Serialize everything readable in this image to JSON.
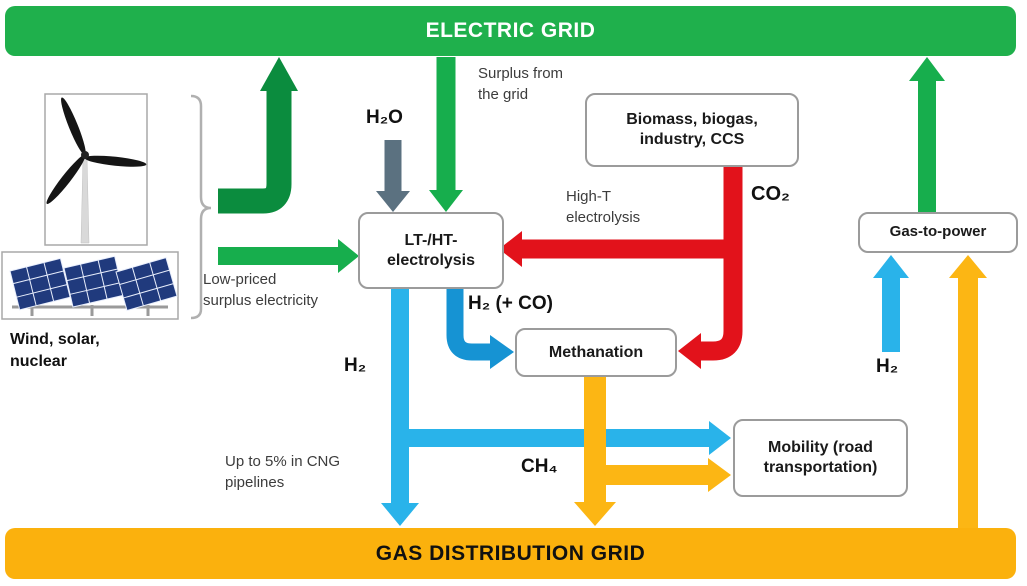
{
  "banners": {
    "top": "ELECTRIC GRID",
    "bottom": "GAS DISTRIBUTION GRID"
  },
  "nodes": {
    "electrolysis": {
      "line1": "LT-/HT-",
      "line2": "electrolysis"
    },
    "biomass": {
      "line1": "Biomass, biogas,",
      "line2": "industry, CCS"
    },
    "methanation": {
      "label": "Methanation"
    },
    "gas_to_power": {
      "label": "Gas-to-power"
    },
    "mobility": {
      "line1": "Mobility (road",
      "line2": "transportation)"
    }
  },
  "sources": {
    "line1": "Wind, solar,",
    "line2": "nuclear"
  },
  "annotations": {
    "surplus": {
      "line1": "Surplus from",
      "line2": "the grid"
    },
    "low_priced": {
      "line1": "Low-priced",
      "line2": "surplus electricity"
    },
    "high_t": {
      "line1": "High-T",
      "line2": "electrolysis"
    },
    "cng": {
      "line1": "Up to 5% in CNG",
      "line2": "pipelines"
    }
  },
  "flow_labels": {
    "h2o": "H₂O",
    "co2": "CO₂",
    "h2_plus_co": "H₂ (+ CO)",
    "h2_left": "H₂",
    "ch4": "CH₄",
    "h2_right": "H₂"
  },
  "colors": {
    "grid_green": "#1fb04c",
    "arrow_green": "#17ae4d",
    "dark_green": "#0b8c3e",
    "red": "#e2121b",
    "cyan": "#29b3ea",
    "steel_blue": "#1693d3",
    "amber": "#fbb10d",
    "arrow_yellow": "#fcb614",
    "slate": "#5b7180",
    "panel_blue": "#203a7d"
  }
}
